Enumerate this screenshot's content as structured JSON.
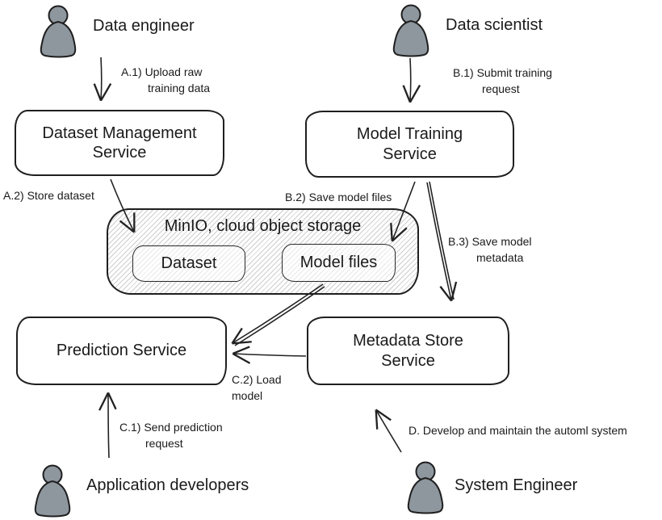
{
  "diagram": {
    "type": "flow-diagram",
    "subject": "AutoML system architecture",
    "actors": {
      "data_engineer": {
        "label": "Data engineer"
      },
      "data_scientist": {
        "label": "Data scientist"
      },
      "application_developers": {
        "label": "Application developers"
      },
      "system_engineer": {
        "label": "System Engineer"
      }
    },
    "nodes": {
      "dataset_management": {
        "label": "Dataset Management Service"
      },
      "model_training": {
        "label": "Model Training Service"
      },
      "minio": {
        "label": "MinIO, cloud object storage"
      },
      "dataset": {
        "label": "Dataset"
      },
      "model_files": {
        "label": "Model files"
      },
      "prediction": {
        "label": "Prediction Service"
      },
      "metadata_store": {
        "label": "Metadata Store Service"
      }
    },
    "edges": {
      "a1": {
        "from": "data_engineer",
        "to": "dataset_management",
        "lines": [
          "A.1) Upload raw",
          "training data"
        ]
      },
      "a2": {
        "from": "dataset_management",
        "to": "dataset",
        "lines": [
          "A.2) Store dataset"
        ]
      },
      "b1": {
        "from": "data_scientist",
        "to": "model_training",
        "lines": [
          "B.1) Submit training",
          "request"
        ]
      },
      "b2": {
        "from": "model_training",
        "to": "model_files",
        "lines": [
          "B.2) Save model files"
        ]
      },
      "b3": {
        "from": "model_training",
        "to": "metadata_store",
        "lines": [
          "B.3) Save model",
          "metadata"
        ]
      },
      "c1": {
        "from": "application_developers",
        "to": "prediction",
        "lines": [
          "C.1) Send prediction",
          "request"
        ]
      },
      "c2": {
        "from": "model_files",
        "to": "prediction",
        "lines": [
          "C.2) Load",
          "model"
        ]
      },
      "d": {
        "from": "system_engineer",
        "to": "metadata_store",
        "lines": [
          "D. Develop and maintain the automl system"
        ]
      }
    },
    "colors": {
      "background": "#ffffff",
      "stroke": "#222222",
      "actor_fill": "#8e969e",
      "hatch_line": "#cdcdcd",
      "node_fill": "#ffffff"
    }
  }
}
